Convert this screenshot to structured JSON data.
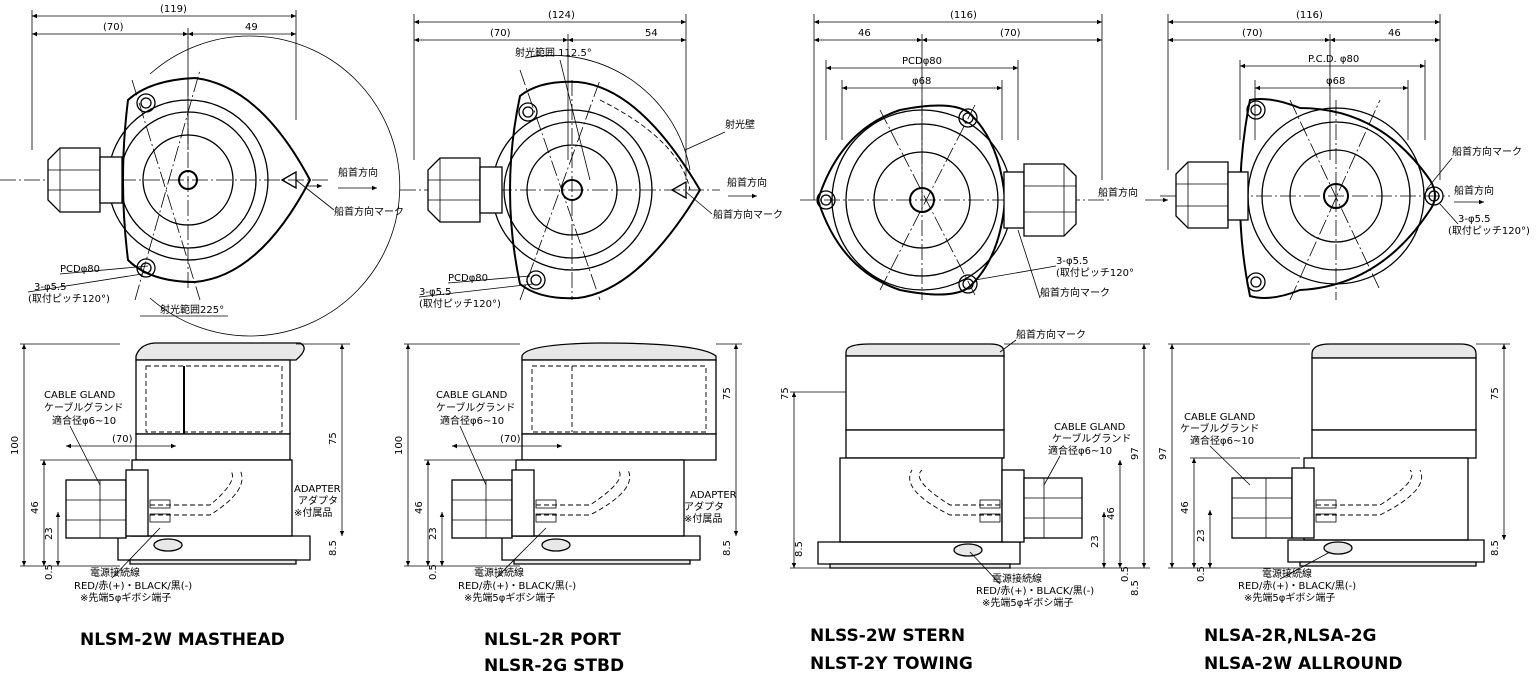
{
  "views": [
    {
      "model": "NLSM-2W MASTHEAD",
      "top": {
        "overall": "(119)",
        "left": "(70)",
        "right": "49",
        "pcd": "PCDφ80",
        "holes": "3-φ5.5",
        "pitch": "(取付ピッチ120°)",
        "range": "射光範囲225°",
        "bow": "船首方向",
        "bow_mark": "船首方向マーク"
      },
      "side": {
        "gland_en": "CABLE GLAND",
        "gland_jp": "ケーブルグランド",
        "gland_dia": "適合径φ6~10",
        "offset": "(70)",
        "adapter_en": "ADAPTER",
        "adapter_jp": "アダプタ",
        "adapter_note": "※付属品",
        "h_total": "100",
        "h_upper": "75",
        "h_base": "46",
        "h_low": "23",
        "h_foot": "0.5",
        "h_flange": "8.5",
        "wire_title": "電源接続線",
        "wire_colors": "RED/赤(+)・BLACK/黒(-)",
        "wire_term": "※先端5φギボシ端子"
      }
    },
    {
      "model_line1": "NLSL-2R  PORT",
      "model_line2": "NLSR-2G STBD",
      "top": {
        "overall": "(124)",
        "left": "(70)",
        "right": "54",
        "range": "射光範囲 112.5°",
        "wall": "射光壁",
        "bow": "船首方向",
        "bow_mark": "船首方向マーク",
        "pcd": "PCDφ80",
        "holes": "3-φ5.5",
        "pitch": "(取付ピッチ120°)"
      },
      "side": {
        "gland_en": "CABLE GLAND",
        "gland_jp": "ケーブルグランド",
        "gland_dia": "適合径φ6~10",
        "offset": "(70)",
        "adapter_en": "ADAPTER",
        "adapter_jp": "アダプタ",
        "adapter_note": "※付属品",
        "h_total": "100",
        "h_upper": "75",
        "h_base": "46",
        "h_low": "23",
        "h_foot": "0.5",
        "h_flange": "8.5",
        "wire_title": "電源接続線",
        "wire_colors": "RED/赤(+)・BLACK/黒(-)",
        "wire_term": "※先端5φギボシ端子"
      }
    },
    {
      "model_line1": "NLSS-2W  STERN",
      "model_line2": "NLST-2Y  TOWING",
      "top": {
        "overall": "(116)",
        "left": "46",
        "right": "(70)",
        "pcd": "PCDφ80",
        "inner": "φ68",
        "bow": "船首方向",
        "bow_mark": "船首方向マーク",
        "holes": "3-φ5.5",
        "pitch": "(取付ピッチ120°"
      },
      "side": {
        "bow_mark": "船首方向マーク",
        "gland_en": "CABLE GLAND",
        "gland_jp": "ケーブルグランド",
        "gland_dia": "適合径φ6~10",
        "h_total": "97",
        "h_left": "75",
        "h_base": "46",
        "h_low": "23",
        "h_foot": "0.5",
        "h_flange_l": "8.5",
        "h_flange_r": "8.5",
        "wire_title": "電源接続線",
        "wire_colors": "RED/赤(+)・BLACK/黒(-)",
        "wire_term": "※先端5φギボシ端子"
      }
    },
    {
      "model_line1": "NLSA-2R,NLSA-2G",
      "model_line2": "NLSA-2W  ALLROUND",
      "top": {
        "overall": "(116)",
        "left": "(70)",
        "right": "46",
        "pcd": "P.C.D. φ80",
        "inner": "φ68",
        "bow_mark": "船首方向マーク",
        "bow": "船首方向",
        "holes": "3-φ5.5",
        "pitch": "(取付ピッチ120°)"
      },
      "side": {
        "gland_en": "CABLE GLAND",
        "gland_jp": "ケーブルグランド",
        "gland_dia": "適合径φ6~10",
        "h_total": "97",
        "h_upper": "75",
        "h_base": "46",
        "h_low": "23",
        "h_foot": "0.5",
        "h_flange": "8.5",
        "wire_title": "電源接続線",
        "wire_colors": "RED/赤(+)・BLACK/黒(-)",
        "wire_term": "※先端5φギボシ端子"
      }
    }
  ]
}
